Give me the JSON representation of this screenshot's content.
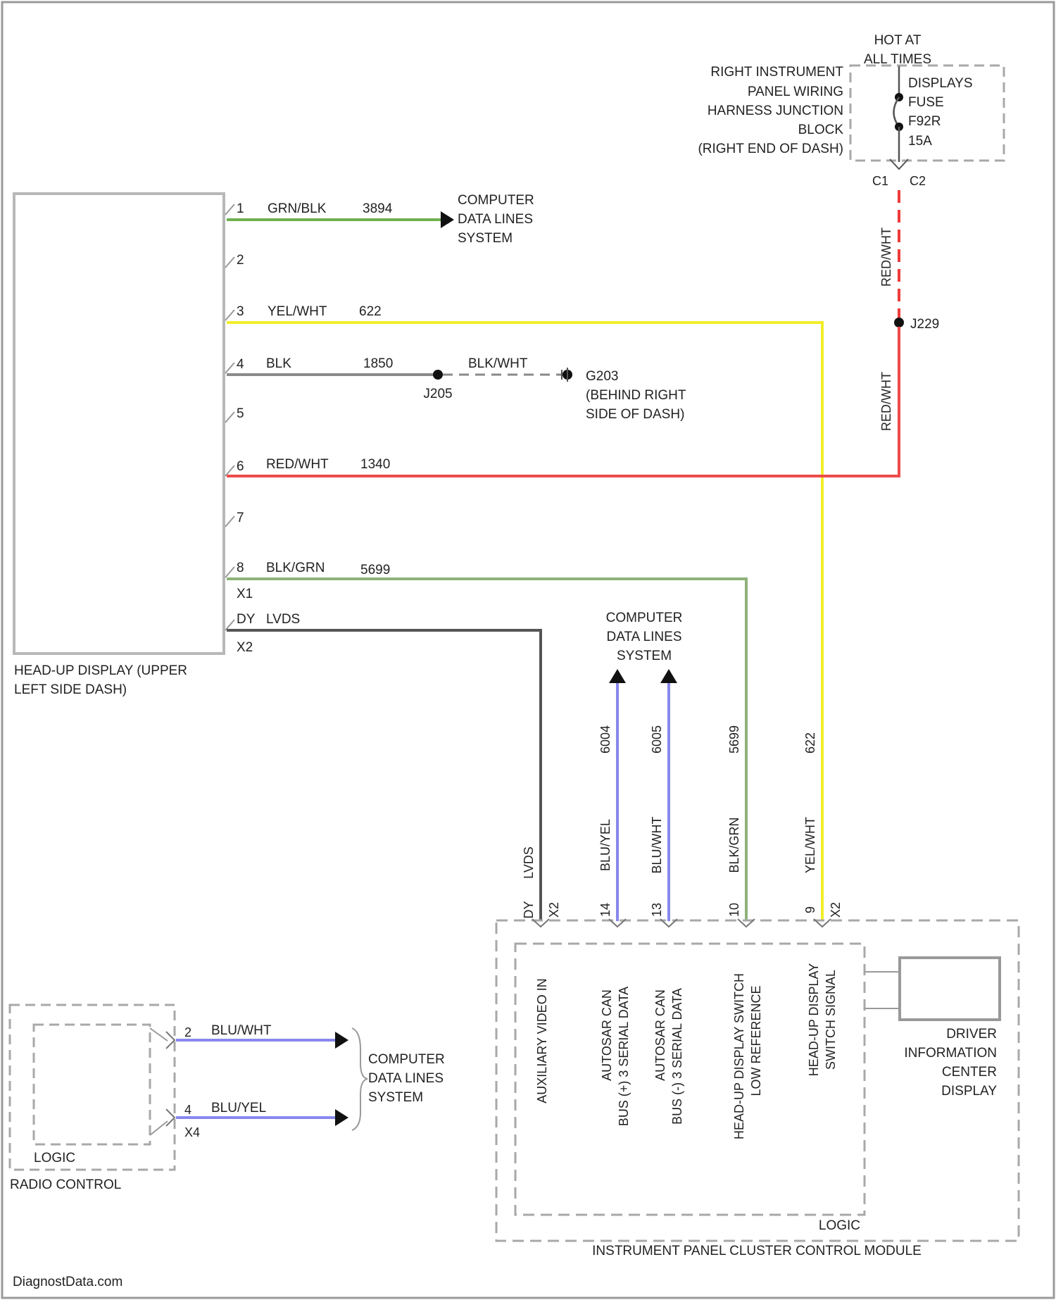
{
  "colors": {
    "grn_blk": "#6fb14f",
    "yel_wht": "#f2ee2a",
    "blk": "#8a8a8a",
    "red_wht": "#ee4b4b",
    "red_wht_dashed": "#ee3a3a",
    "blk_grn": "#8fb27a",
    "lvds": "#555555",
    "blu": "#8888ee",
    "outline": "#b8b8b8",
    "dash": "#a8a8a8"
  },
  "fuse": {
    "hot_label": [
      "HOT AT",
      "ALL TIMES"
    ],
    "junction_label": [
      "RIGHT INSTRUMENT",
      "PANEL WIRING",
      "HARNESS JUNCTION",
      "BLOCK",
      "(RIGHT END OF DASH)"
    ],
    "fuse_label": [
      "DISPLAYS",
      "FUSE",
      "F92R",
      "15A"
    ],
    "pins": [
      "C1",
      "C2"
    ],
    "splice": "J229",
    "vertical_wire": "RED/WHT"
  },
  "hud": {
    "name": [
      "HEAD-UP DISPLAY (UPPER",
      "LEFT SIDE DASH)"
    ],
    "pins": [
      "1",
      "2",
      "3",
      "4",
      "5",
      "6",
      "7",
      "8"
    ],
    "connectors": [
      "X1",
      "X2"
    ],
    "wires": [
      {
        "pin": "1",
        "color": "GRN/BLK",
        "circuit": "3894"
      },
      {
        "pin": "3",
        "color": "YEL/WHT",
        "circuit": "622"
      },
      {
        "pin": "4",
        "color": "BLK",
        "circuit": "1850"
      },
      {
        "pin": "6",
        "color": "RED/WHT",
        "circuit": "1340"
      },
      {
        "pin": "8",
        "color": "BLK/GRN",
        "circuit": "5699"
      },
      {
        "pin": "",
        "color": "LVDS",
        "circuit": "DY"
      }
    ],
    "cdl_target": [
      "COMPUTER",
      "DATA LINES",
      "SYSTEM"
    ]
  },
  "ground": {
    "splice": "J205",
    "wire": "BLK/WHT",
    "ground_id": "G203",
    "location": [
      "(BEHIND RIGHT",
      "SIDE OF DASH)"
    ]
  },
  "ipc": {
    "name": "INSTRUMENT PANEL CLUSTER CONTROL MODULE",
    "logic": "LOGIC",
    "cdl_label": [
      "COMPUTER",
      "DATA LINES",
      "SYSTEM"
    ],
    "connector": "X2",
    "wires": [
      {
        "pin": "DY",
        "color": "LVDS",
        "circuit": "",
        "func": "AUXILIARY VIDEO IN"
      },
      {
        "pin": "14",
        "color": "BLU/YEL",
        "circuit": "6004",
        "func": [
          "AUTOSAR CAN",
          "BUS (+) 3 SERIAL DATA"
        ]
      },
      {
        "pin": "13",
        "color": "BLU/WHT",
        "circuit": "6005",
        "func": [
          "AUTOSAR CAN",
          "BUS (-) 3 SERIAL DATA"
        ]
      },
      {
        "pin": "10",
        "color": "BLK/GRN",
        "circuit": "5699",
        "func": [
          "HEAD-UP DISPLAY SWITCH",
          "LOW REFERENCE"
        ]
      },
      {
        "pin": "9",
        "color": "YEL/WHT",
        "circuit": "622",
        "func": [
          "HEAD-UP DISPLAY",
          "SWITCH SIGNAL"
        ]
      }
    ],
    "dic": [
      "DRIVER",
      "INFORMATION",
      "CENTER",
      "DISPLAY"
    ]
  },
  "radio": {
    "name": "RADIO CONTROL",
    "logic": "LOGIC",
    "connector": "X4",
    "wires": [
      {
        "pin": "2",
        "color": "BLU/WHT"
      },
      {
        "pin": "4",
        "color": "BLU/YEL"
      }
    ],
    "cdl_label": [
      "COMPUTER",
      "DATA LINES",
      "SYSTEM"
    ]
  },
  "footer": "DiagnostData.com"
}
